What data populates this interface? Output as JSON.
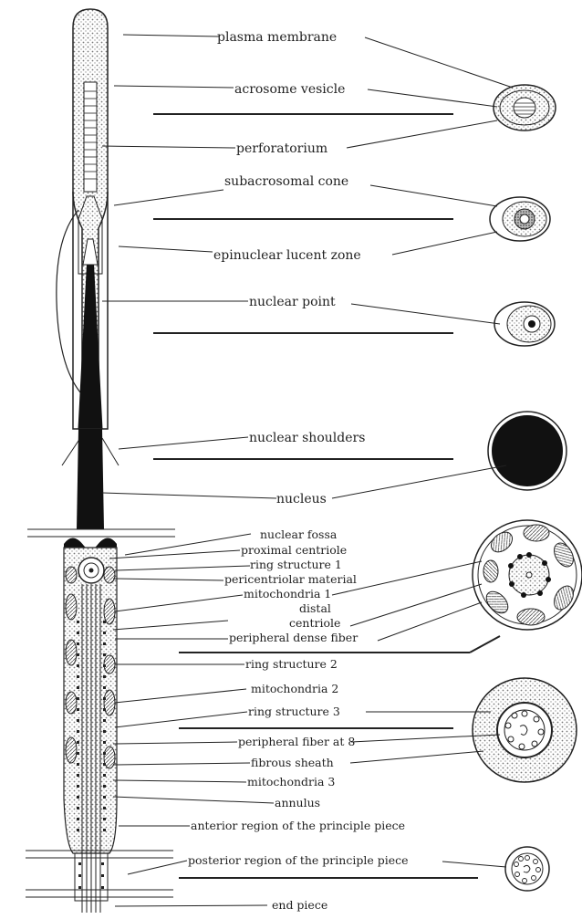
{
  "diagram": {
    "labels": {
      "plasma_membrane": "plasma membrane",
      "acrosome_vesicle": "acrosome vesicle",
      "perforatorium": "perforatorium",
      "subacrosomal_cone": "subacrosomal cone",
      "epinuclear_lucent_zone": "epinuclear lucent zone",
      "nuclear_point": "nuclear point",
      "nuclear_shoulders": "nuclear shoulders",
      "nucleus": "nucleus",
      "nuclear_fossa": "nuclear fossa",
      "proximal_centriole": "proximal centriole",
      "ring_structure_1": "ring structure 1",
      "pericentriolar_material": "pericentriolar material",
      "mitochondria_1": "mitochondria 1",
      "distal": "distal",
      "centriole": "centriole",
      "peripheral_dense_fiber": "peripheral dense fiber",
      "ring_structure_2": "ring structure 2",
      "mitochondria_2": "mitochondria 2",
      "ring_structure_3": "ring structure 3",
      "peripheral_fiber_at_8": "peripheral fiber at 8",
      "fibrous_sheath": "fibrous sheath",
      "mitochondria_3": "mitochondria 3",
      "annulus": "annulus",
      "anterior_principle_piece": "anterior region of the principle piece",
      "posterior_principle_piece": "posterior region of the principle piece",
      "end_piece": "end piece"
    },
    "colors": {
      "ink": "#222222",
      "paper": "#ffffff",
      "stipple": "#888888"
    }
  }
}
